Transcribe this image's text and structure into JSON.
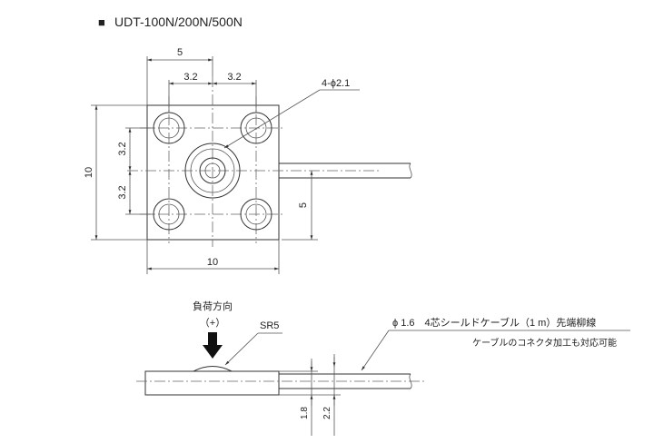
{
  "title": {
    "bullet": "■",
    "text": "UDT-100N/200N/500N"
  },
  "top_view": {
    "dim_width_top": "5",
    "dim_left_3_2": "3.2",
    "dim_right_3_2": "3.2",
    "hole_callout": "4-ϕ2.1",
    "dim_height": "10",
    "dim_upper_3_2": "3.2",
    "dim_lower_3_2": "3.2",
    "dim_cable_5": "5",
    "dim_width_bottom": "10"
  },
  "side_view": {
    "load_direction": "負荷方向",
    "load_sign": "（+）",
    "sr_label": "SR5",
    "cable_spec": "ϕ 1.6　4芯シールドケーブル（1 m）先端柳線",
    "cable_note": "ケーブルのコネクタ加工も対応可能",
    "dim_1_8": "1.8",
    "dim_2_2": "2.2"
  },
  "colors": {
    "line": "#333333",
    "text": "#222222"
  }
}
